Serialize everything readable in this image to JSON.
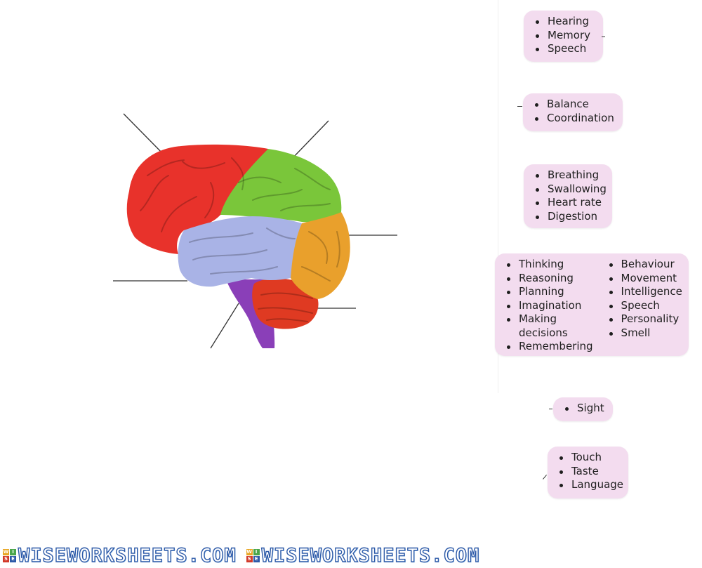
{
  "colors": {
    "frontal": "#e8322b",
    "parietal": "#7ac63a",
    "temporal": "#a9b3e6",
    "occipital": "#e9a02c",
    "cerebellum": "#df3a22",
    "brainstem": "#8a3fb8",
    "card_bg": "#f3dcef"
  },
  "cards": [
    {
      "items": [
        "Hearing",
        "Memory",
        "Speech"
      ]
    },
    {
      "items": [
        "Balance",
        "Coordination"
      ]
    },
    {
      "items": [
        "Breathing",
        "Swallowing",
        "Heart rate",
        "Digestion"
      ]
    },
    {
      "col1": [
        "Thinking",
        "Reasoning",
        "Planning",
        "Imagination",
        "Making",
        "decisions",
        "Remembering"
      ],
      "col2": [
        "Behaviour",
        "Movement",
        "Intelligence",
        "Speech",
        "Personality",
        "Smell"
      ]
    },
    {
      "items": [
        "Sight"
      ]
    },
    {
      "items": [
        "Touch",
        "Taste",
        "Language"
      ]
    }
  ],
  "watermark": {
    "text": "WISEWORKSHEETS.COM",
    "logo": [
      "W",
      "I",
      "S",
      "E"
    ]
  }
}
